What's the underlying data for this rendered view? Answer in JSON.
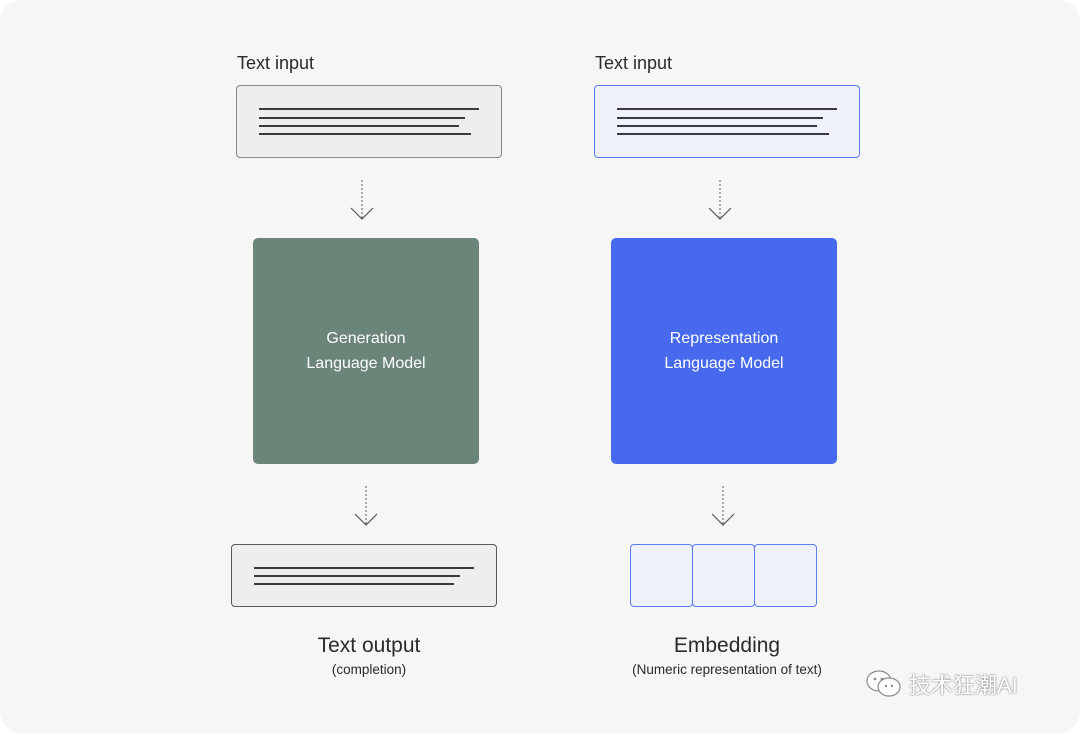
{
  "colors": {
    "background": "#f6f6f5",
    "generation_model_fill": "#6b8579",
    "representation_model_fill": "#4669ee",
    "generation_doc_fill": "#eeefec",
    "generation_doc_border": "#7f8a82",
    "representation_doc_fill": "#eff1fc",
    "representation_doc_border": "#5a7cf0"
  },
  "left": {
    "input_label": "Text input",
    "model_label_line1": "Generation",
    "model_label_line2": "Language Model",
    "output_title": "Text output",
    "output_subtitle": "(completion)"
  },
  "right": {
    "input_label": "Text input",
    "model_label_line1": "Representation",
    "model_label_line2": "Language Model",
    "output_title": "Embedding",
    "output_subtitle": "(Numeric representation of text)"
  },
  "watermark": {
    "icon": "wechat-icon",
    "text": "技术狂潮AI"
  }
}
